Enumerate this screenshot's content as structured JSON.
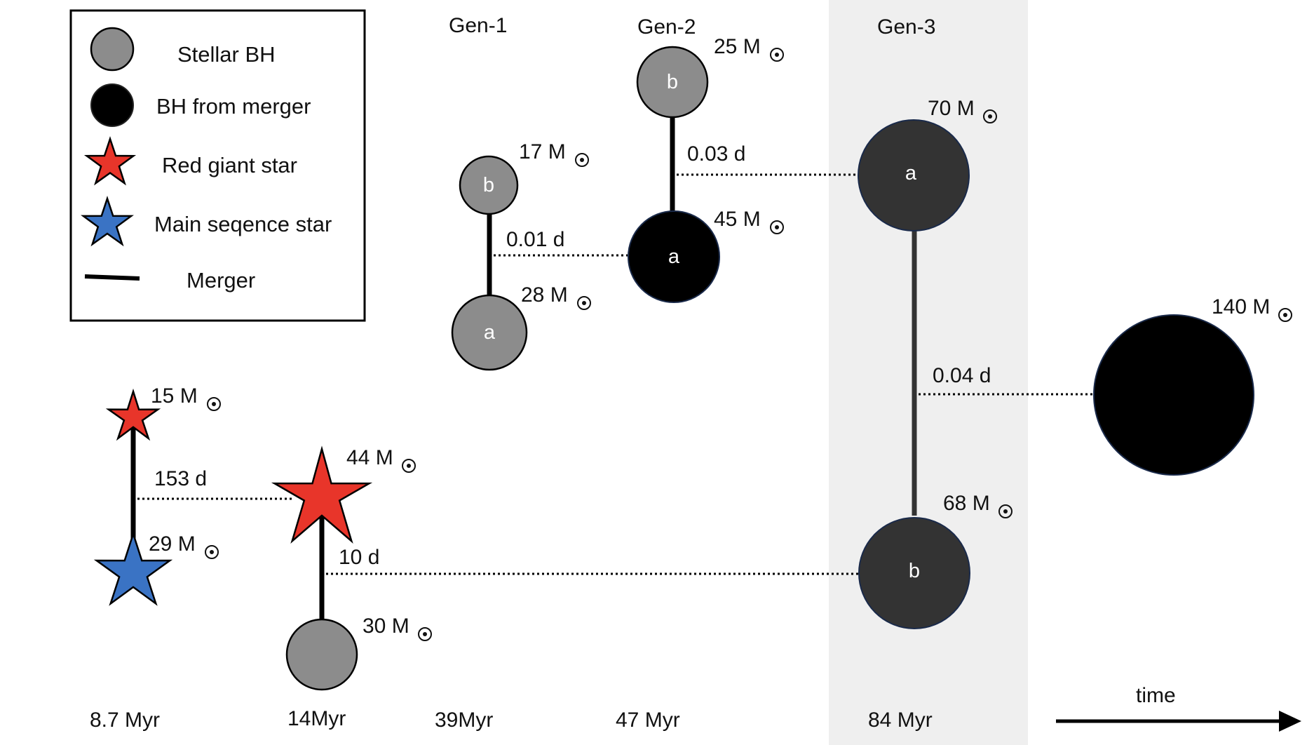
{
  "colors": {
    "stellar_bh": "#8c8c8c",
    "merger_bh": "#000000",
    "gen3_bh": "#333333",
    "red_giant": "#e8352a",
    "main_sequence": "#3a73c4",
    "gen3_band": "#efefef"
  },
  "legend": {
    "items": [
      {
        "label": "Stellar BH",
        "icon": "gray-circle-icon"
      },
      {
        "label": "BH from merger",
        "icon": "black-circle-icon"
      },
      {
        "label": "Red giant star",
        "icon": "red-star-icon"
      },
      {
        "label": "Main seqence star",
        "icon": "blue-star-icon"
      },
      {
        "label": "Merger",
        "icon": "merger-line-icon"
      }
    ]
  },
  "generations": [
    "Gen-1",
    "Gen-2",
    "Gen-3"
  ],
  "nodes": {
    "rg15": {
      "mass": "15 M"
    },
    "ms29": {
      "mass": "29 M"
    },
    "rg44": {
      "mass": "44 M"
    },
    "bh30": {
      "mass": "30 M"
    },
    "g1b": {
      "mass": "17 M",
      "letter": "b"
    },
    "g1a": {
      "mass": "28 M",
      "letter": "a"
    },
    "g2b": {
      "mass": "25 M",
      "letter": "b"
    },
    "g2a": {
      "mass": "45 M",
      "letter": "a"
    },
    "g3a": {
      "mass": "70 M",
      "letter": "a"
    },
    "g3b": {
      "mass": "68 M",
      "letter": "b"
    },
    "final": {
      "mass": "140 M"
    }
  },
  "separations": {
    "s153": "153 d",
    "s10": "10 d",
    "s001": "0.01 d",
    "s003": "0.03 d",
    "s004": "0.04 d"
  },
  "timeline": {
    "times": [
      "8.7 Myr",
      "14Myr",
      "39Myr",
      "47 Myr",
      "84 Myr"
    ],
    "arrow_label": "time"
  }
}
